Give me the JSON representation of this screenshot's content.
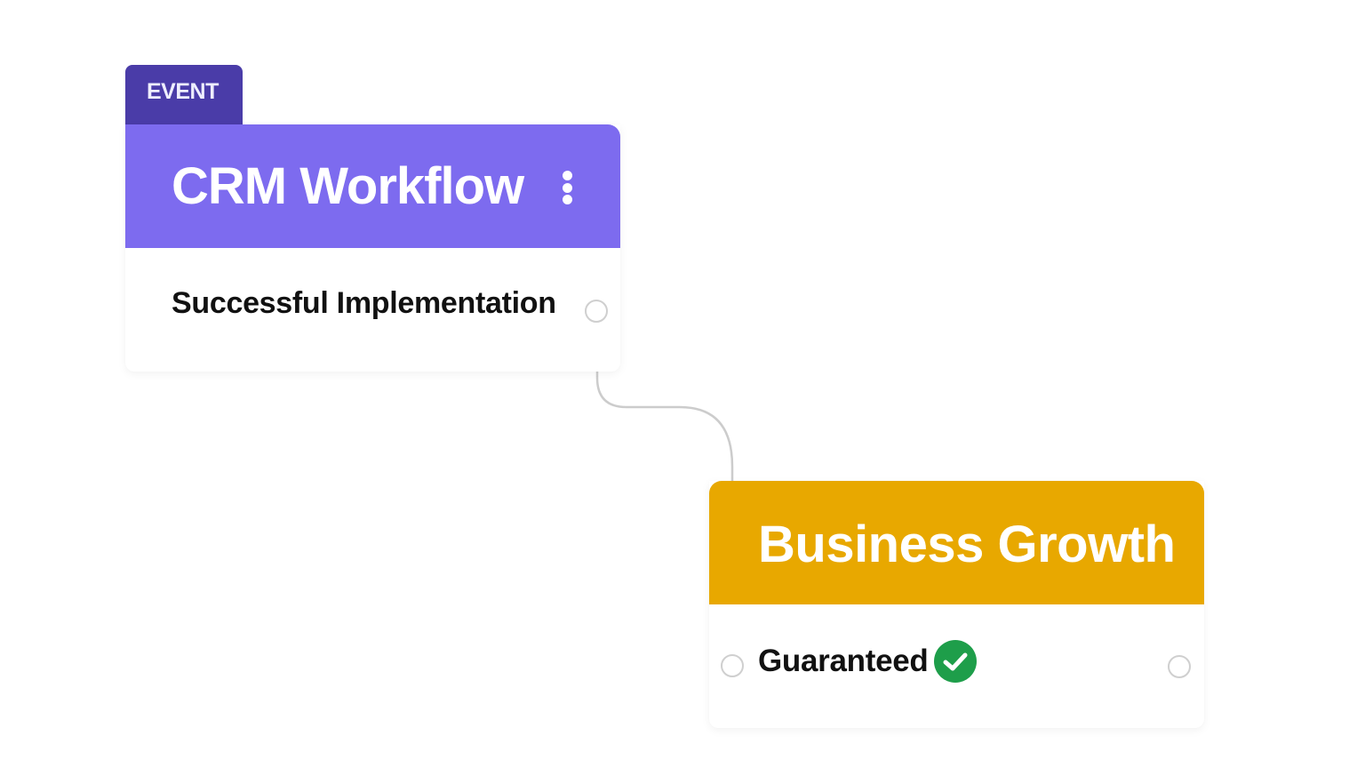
{
  "event_tab": {
    "label": "EVENT",
    "color": "#4a3ca8"
  },
  "nodes": {
    "crm": {
      "title": "CRM Workflow",
      "row_label": "Successful Implementation",
      "header_color": "#7d6bef",
      "menu_icon": "kebab-menu-icon"
    },
    "business": {
      "title": "Business Growth",
      "row_label": "Guaranteed",
      "header_color": "#e8a800",
      "status_icon": "check-circle-icon",
      "status_color": "#1e9e4a"
    }
  },
  "connector": {
    "from": "crm",
    "to": "business",
    "color": "#cccccc"
  }
}
